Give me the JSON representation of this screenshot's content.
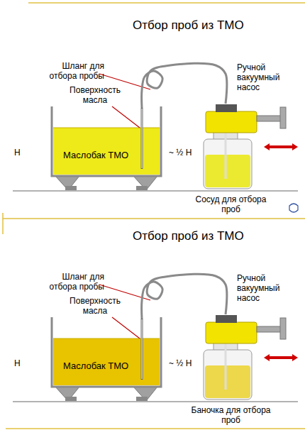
{
  "diagram": {
    "title": "Отбор проб из ТМО",
    "nodes": [
      {
        "text": [
          "Маслобак ТМО"
        ]
      },
      {
        "text": [
          "Сосуд для отбора проб"
        ]
      },
      {
        "text": [
          "Маслобак ТМО"
        ]
      },
      {
        "text": [
          "Баночка для отбора проб"
        ]
      }
    ],
    "edges": [
      {
        "from": 0,
        "to": 1,
        "arrow": "none"
      },
      {
        "from": 2,
        "to": 3,
        "arrow": "none"
      }
    ],
    "labels": [
      "Шланг для отбора пробы",
      "Поверхность масла",
      "H",
      "~ ½ H",
      "Ручной вакуумный насос",
      "Отбор проб из ТМО",
      "Шланг для отбора пробы",
      "Поверхность масла",
      "H",
      "~ ½ H",
      "Ручной вакуумный насос"
    ]
  }
}
